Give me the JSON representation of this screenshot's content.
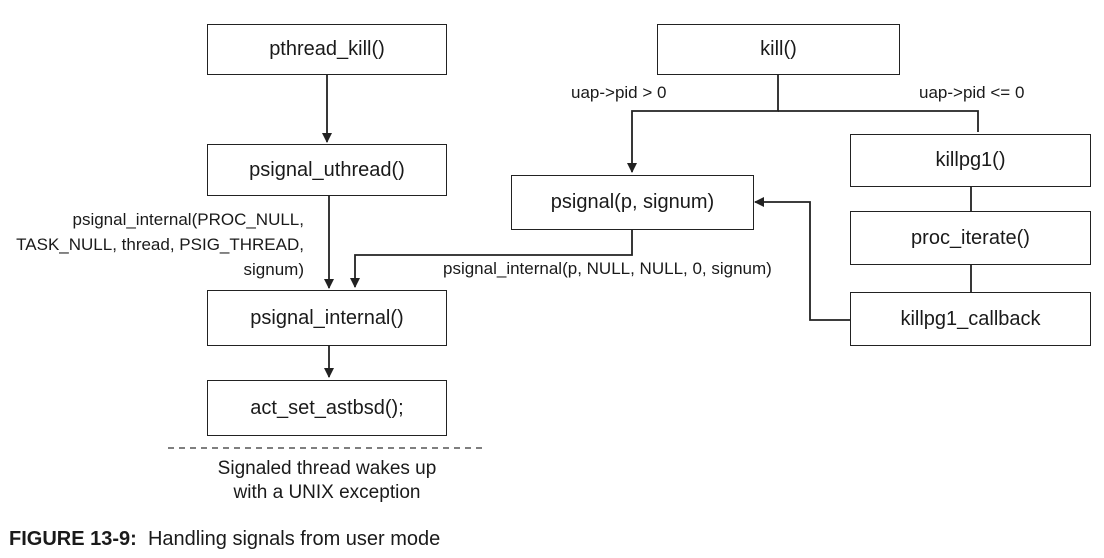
{
  "nodes": {
    "pthread_kill": "pthread_kill()",
    "psignal_uthread": "psignal_uthread()",
    "psignal_internal": "psignal_internal()",
    "act_set_astbsd": "act_set_astbsd();",
    "kill": "kill()",
    "psignal": "psignal(p, signum)",
    "killpg1": "killpg1()",
    "proc_iterate": "proc_iterate()",
    "killpg1_callback": "killpg1_callback"
  },
  "edge_labels": {
    "pid_gt_zero": "uap->pid > 0",
    "pid_le_zero": "uap->pid <= 0",
    "uthread_call": [
      "psignal_internal(PROC_NULL,",
      "TASK_NULL, thread, PSIG_THREAD,",
      "signum)"
    ],
    "psignal_call": "psignal_internal(p, NULL, NULL, 0, signum)"
  },
  "note": [
    "Signaled thread wakes up",
    "with a UNIX exception"
  ],
  "caption": {
    "label": "FIGURE 13-9:",
    "text": "Handling signals from user mode"
  }
}
